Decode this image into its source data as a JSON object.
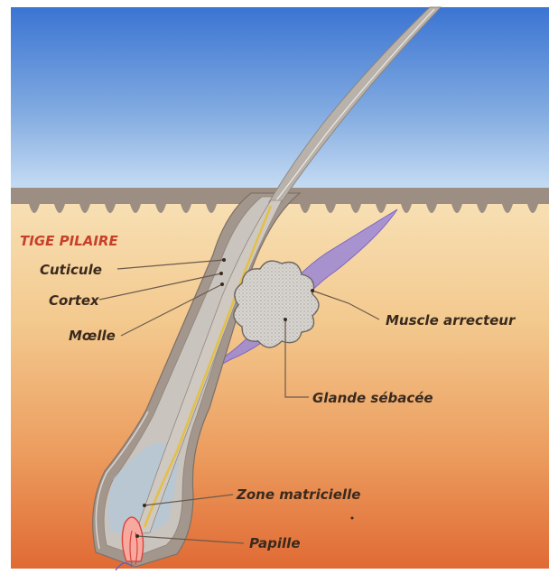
{
  "diagram": {
    "section_title": "TIGE PILAIRE",
    "labels": {
      "cuticule": "Cuticule",
      "cortex": "Cortex",
      "moelle": "Mœlle",
      "muscle": "Muscle arrecteur",
      "glande": "Glande sébacée",
      "zone": "Zone matricielle",
      "papille": "Papille"
    },
    "colors": {
      "sky_top": "#3f7ad6",
      "sky_bottom": "#c6dcf2",
      "skin_top": "#f6dcae",
      "skin_bottom": "#e0652e",
      "epidermis": "#9a8b80",
      "title": "#c8402a",
      "muscle": "#9a86d6"
    }
  }
}
